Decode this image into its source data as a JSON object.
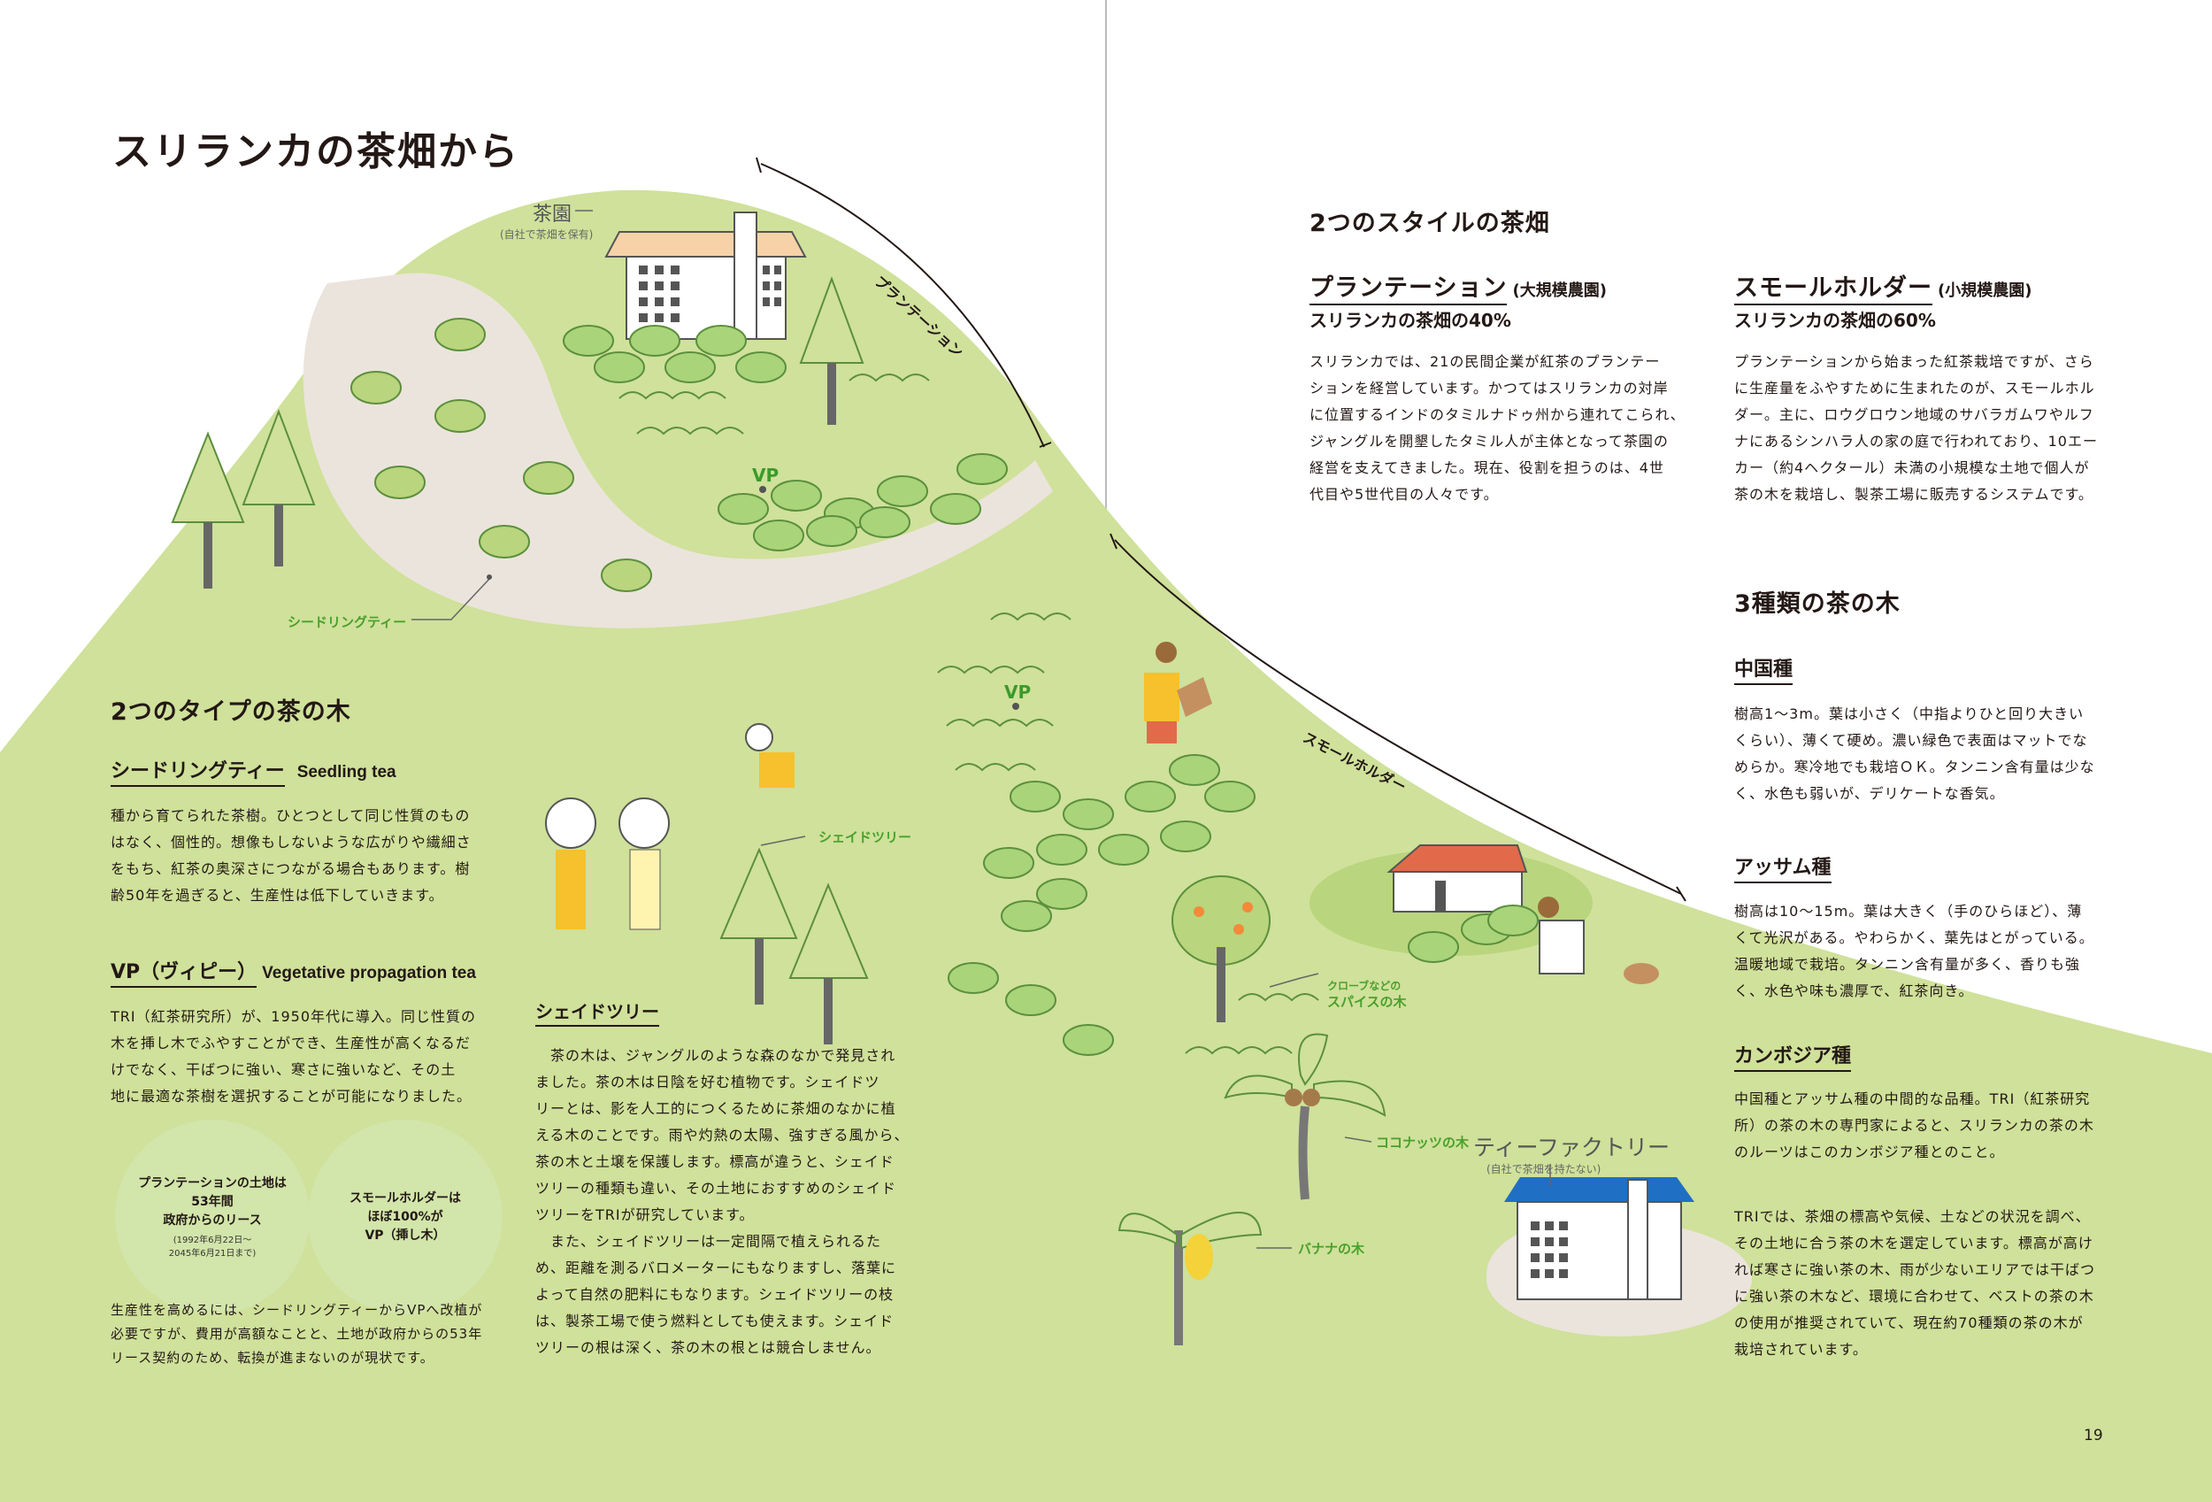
{
  "page": {
    "title": "スリランカの茶畑から",
    "page_number": "19"
  },
  "illustration": {
    "estate_label": "茶園",
    "estate_note": "(自社で茶畑を保有)",
    "plantation_slope": "プランテーション",
    "smallholder_slope": "スモールホルダー",
    "vp_label": "VP",
    "seedling_label": "シードリングティー",
    "shade_tree_label": "シェイドツリー",
    "clove_label_1": "クローブなどの",
    "clove_label_2": "スパイスの木",
    "coconut_label": "ココナッツの木",
    "banana_label": "バナナの木",
    "factory_label": "ティーファクトリー",
    "factory_note": "(自社で茶畑を持たない)"
  },
  "left": {
    "types_title": "2つのタイプの茶の木",
    "seedling": {
      "heading": "シードリングティー",
      "en": "Seedling tea",
      "text": [
        "種から育てられた茶樹。ひとつとして同じ性質のもの",
        "はなく、個性的。想像もしないような広がりや繊細さ",
        "をもち、紅茶の奥深さにつながる場合もあります。樹",
        "齢50年を過ぎると、生産性は低下していきます。"
      ]
    },
    "vp": {
      "heading": "VP（ヴィピー）",
      "en": "Vegetative propagation tea",
      "text": [
        "TRI（紅茶研究所）が、1950年代に導入。同じ性質の",
        "木を挿し木でふやすことができ、生産性が高くなるだ",
        "けでなく、干ばつに強い、寒さに強いなど、その土",
        "地に最適な茶樹を選択することが可能になりました。"
      ]
    },
    "circle1": {
      "l1": "プランテーションの土地は",
      "l2": "53年間",
      "l3": "政府からのリース",
      "n1": "(1992年6月22日～",
      "n2": "2045年6月21日まで)"
    },
    "circle2": {
      "l1": "スモールホルダーは",
      "l2": "ほぼ100%が",
      "l3": "VP（挿し木）"
    },
    "note": [
      "生産性を高めるには、シードリングティーからVPへ改植が",
      "必要ですが、費用が高額なことと、土地が政府からの53年",
      "リース契約のため、転換が進まないのが現状です。"
    ],
    "shade": {
      "heading": "シェイドツリー",
      "text": [
        "　茶の木は、ジャングルのような森のなかで発見され",
        "ました。茶の木は日陰を好む植物です。シェイドツ",
        "リーとは、影を人工的につくるために茶畑のなかに植",
        "える木のことです。雨や灼熱の太陽、強すぎる風から、",
        "茶の木と土壌を保護します。標高が違うと、シェイド",
        "ツリーの種類も違い、その土地におすすめのシェイド",
        "ツリーをTRIが研究しています。",
        "　また、シェイドツリーは一定間隔で植えられるた",
        "め、距離を測るバロメーターにもなりますし、落葉に",
        "よって自然の肥料にもなります。シェイドツリーの枝",
        "は、製茶工場で使う燃料としても使えます。シェイド",
        "ツリーの根は深く、茶の木の根とは競合しません。"
      ]
    }
  },
  "right": {
    "styles_title": "2つのスタイルの茶畑",
    "plantation": {
      "heading": "プランテーション",
      "paren": "(大規模農園)",
      "share": "スリランカの茶畑の40%",
      "text": [
        "スリランカでは、21の民間企業が紅茶のプランテー",
        "ションを経営しています。かつてはスリランカの対岸",
        "に位置するインドのタミルナドゥ州から連れてこられ、",
        "ジャングルを開墾したタミル人が主体となって茶園の",
        "経営を支えてきました。現在、役割を担うのは、4世",
        "代目や5世代目の人々です。"
      ]
    },
    "smallholder": {
      "heading": "スモールホルダー",
      "paren": "(小規模農園)",
      "share": "スリランカの茶畑の60%",
      "text": [
        "プランテーションから始まった紅茶栽培ですが、さら",
        "に生産量をふやすために生まれたのが、スモールホル",
        "ダー。主に、ロウグロウン地域のサバラガムワやルフ",
        "ナにあるシンハラ人の家の庭で行われており、10エー",
        "カー（約4ヘクタール）未満の小規模な土地で個人が",
        "茶の木を栽培し、製茶工場に販売するシステムです。"
      ]
    },
    "varieties_title": "3種類の茶の木",
    "china": {
      "heading": "中国種",
      "text": [
        "樹高1～3m。葉は小さく（中指よりひと回り大きい",
        "くらい）、薄くて硬め。濃い緑色で表面はマットでな",
        "めらか。寒冷地でも栽培ＯＫ。タンニン含有量は少な",
        "く、水色も弱いが、デリケートな香気。"
      ]
    },
    "assam": {
      "heading": "アッサム種",
      "text": [
        "樹高は10～15m。葉は大きく（手のひらほど）、薄",
        "くて光沢がある。やわらかく、葉先はとがっている。",
        "温暖地域で栽培。タンニン含有量が多く、香りも強",
        "く、水色や味も濃厚で、紅茶向き。"
      ]
    },
    "cambodia": {
      "heading": "カンボジア種",
      "text": [
        "中国種とアッサム種の中間的な品種。TRI（紅茶研究",
        "所）の茶の木の専門家によると、スリランカの茶の木",
        "のルーツはこのカンボジア種とのこと。"
      ]
    },
    "tri_note": [
      "TRIでは、茶畑の標高や気候、土などの状況を調べ、",
      "その土地に合う茶の木を選定しています。標高が高け",
      "れば寒さに強い茶の木、雨が少ないエリアでは干ばつ",
      "に強い茶の木など、環境に合わせて、ベストの茶の木",
      "の使用が推奨されていて、現在約70種類の茶の木が",
      "栽培されています。"
    ]
  },
  "colors": {
    "hill": "#cfe19a",
    "hill_light": "#d9e9b0",
    "path": "#ebe4dc",
    "bush": "#a9d47a",
    "bush_stroke": "#5b8f3c",
    "accent_green": "#4aa02c",
    "roof_orange": "#f7d2a8",
    "roof_red": "#e26a4a",
    "roof_blue": "#1f6fc4"
  }
}
